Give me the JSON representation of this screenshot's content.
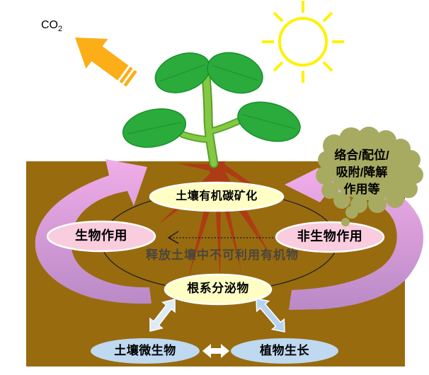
{
  "colors": {
    "soil": "#986B0F",
    "sun": "#FFF100",
    "co2_arrow": "#FBAE17",
    "leaf": "#2BAB3C",
    "leaf_edge": "#17912B",
    "root": "#AC3C14",
    "cycle_arrow_top": "#F1ADE9",
    "cycle_arrow_bottom": "#B98AC6",
    "node_yellow": "#FFFFC5",
    "node_pink": "#F9CCDE",
    "node_blue": "#BFD9F0",
    "cloud": "#A7AB62",
    "blue_arrow_left": "#DDEAF8",
    "blue_arrow_right": "#B5D3F2",
    "blue_arrow_horizontal": "#FFFFFF",
    "release_text": "#4B463C"
  },
  "atmosphere": {
    "co2_main": "CO",
    "co2_sub": "2"
  },
  "cloud": {
    "line1": "络合/配位/",
    "line2": "吸附/降解",
    "line3": "作用等"
  },
  "nodes": {
    "mineralization": "土壤有机碳矿化",
    "biotic": "生物作用",
    "abiotic": "非生物作用",
    "root_exudates": "根系分泌物",
    "soil_microbes": "土壤微生物",
    "plant_growth": "植物生长"
  },
  "annotations": {
    "release_note": "释放土壤中不可利用有机物"
  }
}
